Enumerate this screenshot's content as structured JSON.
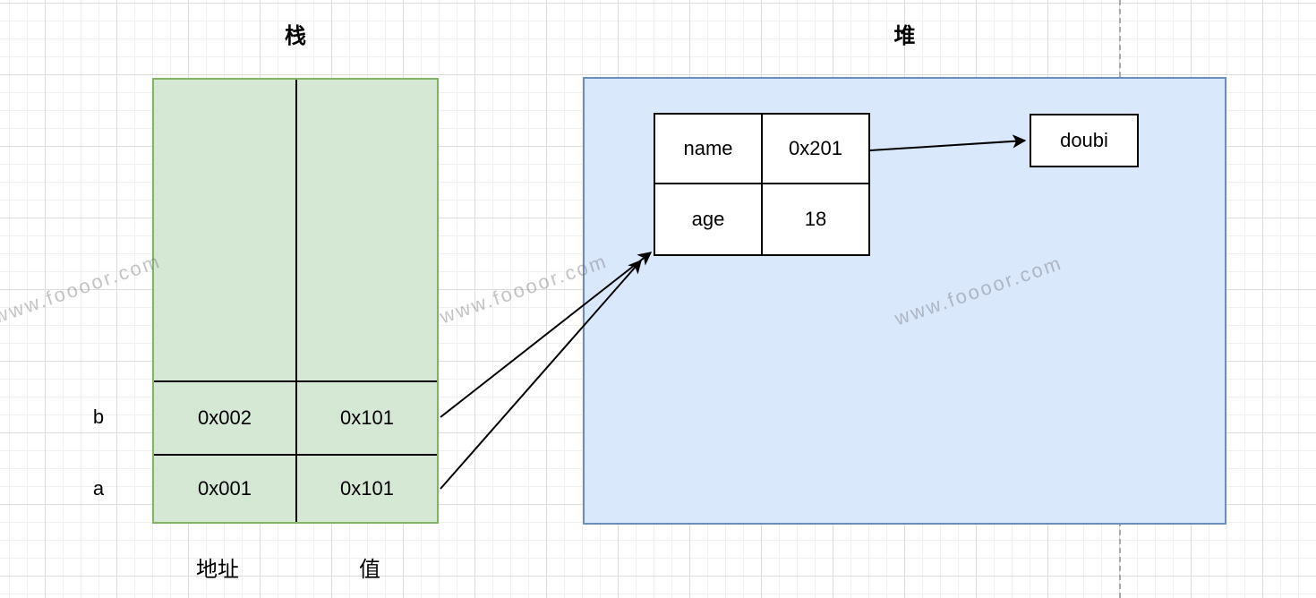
{
  "diagram": {
    "stack": {
      "title": "栈",
      "rows": [
        {
          "var": "b",
          "address": "0x002",
          "value": "0x101"
        },
        {
          "var": "a",
          "address": "0x001",
          "value": "0x101"
        }
      ],
      "footer": {
        "address_label": "地址",
        "value_label": "值"
      }
    },
    "heap": {
      "title": "堆",
      "object_table": {
        "rows": [
          {
            "field": "name",
            "value": "0x201"
          },
          {
            "field": "age",
            "value": "18"
          }
        ]
      },
      "string_box": {
        "label": "doubi"
      }
    },
    "watermark": "www.foooor.com"
  },
  "colors": {
    "stack_fill": "#d5e8d4",
    "stack_border": "#82b366",
    "heap_fill": "#dae8fc",
    "heap_border": "#6c8ebf",
    "line": "#000000",
    "watermark": "#9a9a9a",
    "grid_minor": "#f0f0f0",
    "grid_major": "#dcdcdc"
  }
}
